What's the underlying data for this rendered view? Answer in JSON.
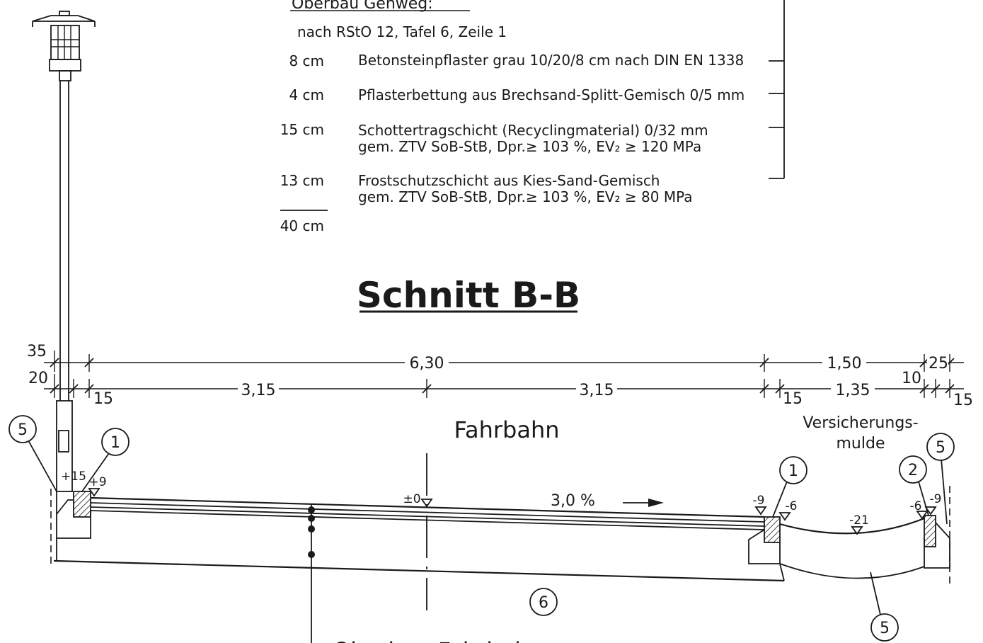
{
  "oberbau": {
    "heading": "Oberbau Gehweg:",
    "norm": "nach RStO 12, Tafel 6, Zeile 1",
    "layers": [
      {
        "thickness": "8 cm",
        "line1": "Betonsteinpflaster grau 10/20/8 cm nach DIN EN 1338",
        "line2": ""
      },
      {
        "thickness": "4 cm",
        "line1": "Pflasterbettung aus Brechsand-Splitt-Gemisch 0/5 mm",
        "line2": ""
      },
      {
        "thickness": "15 cm",
        "line1": "Schottertragschicht (Recyclingmaterial) 0/32 mm",
        "line2": "gem. ZTV SoB-StB, Dpr.≥ 103 %, EV₂ ≥ 120 MPa"
      },
      {
        "thickness": "13 cm",
        "line1": "Frostschutzschicht aus Kies-Sand-Gemisch",
        "line2": "gem. ZTV SoB-StB, Dpr.≥ 103 %, EV₂ ≥ 80 MPa"
      }
    ],
    "total": "40 cm"
  },
  "section_title": "Schnitt B-B",
  "dimensions": {
    "top": {
      "left_35": "35",
      "main": "6,30",
      "right": "1,50",
      "right_25": "25"
    },
    "bottom": {
      "left_20": "20",
      "left_15": "15",
      "half1": "3,15",
      "half2": "3,15",
      "mid_15": "15",
      "mulde": "1,35",
      "right_10": "10",
      "right_15": "15"
    }
  },
  "labels": {
    "fahrbahn": "Fahrbahn",
    "mulde_line1": "Versicherungs-",
    "mulde_line2": "mulde",
    "slope": "3,0 %",
    "bottom_partial": "Oberbau Fahrbahn"
  },
  "heights": {
    "left_15": "+15",
    "left_9": "+9",
    "axis": "±0",
    "right_9a": "-9",
    "right_6a": "-6",
    "mulde_21": "-21",
    "right_6b": "-6",
    "right_9b": "-9"
  },
  "markers": {
    "m5_left": "5",
    "m1_left": "1",
    "m1_right": "1",
    "m2_right": "2",
    "m5_right_top": "5",
    "m6": "6",
    "m5_bottom": "5"
  }
}
